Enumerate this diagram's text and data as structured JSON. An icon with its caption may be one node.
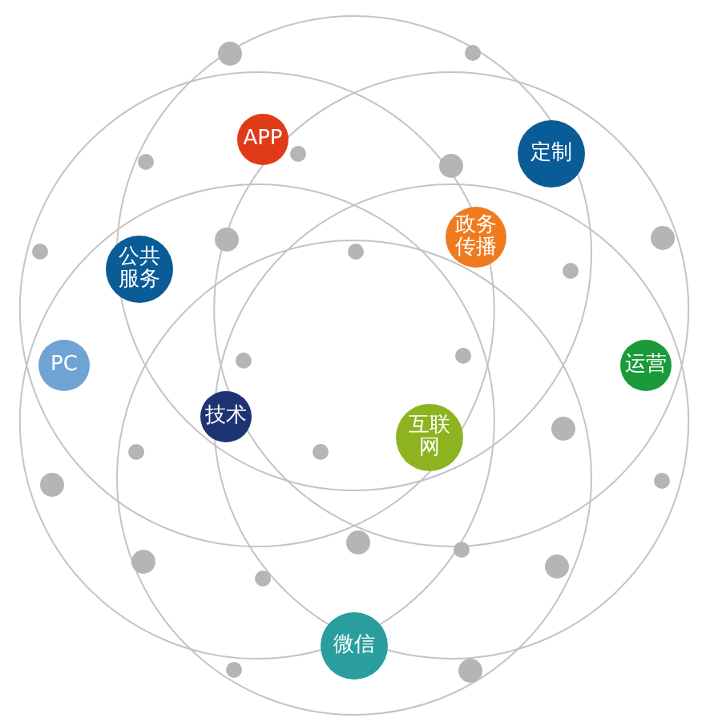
{
  "diagram": {
    "nodes": [
      {
        "text": [],
        "shape": "circle"
      },
      {
        "text": [],
        "shape": "circle"
      },
      {
        "text": [],
        "shape": "circle"
      },
      {
        "text": [
          "APP"
        ]
      },
      {
        "text": [],
        "shape": "circle"
      },
      {
        "text": [],
        "shape": "circle"
      },
      {
        "text": [
          "定制"
        ]
      },
      {
        "text": [],
        "shape": "circle"
      },
      {
        "text": [
          "公共服务"
        ]
      },
      {
        "text": [],
        "shape": "circle"
      },
      {
        "text": [],
        "shape": "circle"
      },
      {
        "text": [
          "政务传播"
        ]
      },
      {
        "text": [],
        "shape": "circle"
      },
      {
        "text": [],
        "shape": "circle"
      },
      {
        "text": [
          "PC"
        ]
      },
      {
        "text": [],
        "shape": "circle"
      },
      {
        "text": [],
        "shape": "circle"
      },
      {
        "text": [
          "运营"
        ]
      },
      {
        "text": [],
        "shape": "circle"
      },
      {
        "text": [
          "技术"
        ]
      },
      {
        "text": [],
        "shape": "circle"
      },
      {
        "text": [
          "互联网"
        ]
      },
      {
        "text": [],
        "shape": "circle"
      },
      {
        "text": [],
        "shape": "circle"
      },
      {
        "text": [],
        "shape": "circle"
      },
      {
        "text": [],
        "shape": "circle"
      },
      {
        "text": [],
        "shape": "circle"
      },
      {
        "text": [],
        "shape": "circle"
      },
      {
        "text": [],
        "shape": "circle"
      },
      {
        "text": [],
        "shape": "circle"
      },
      {
        "text": [],
        "shape": "circle"
      },
      {
        "text": [
          "微信"
        ]
      },
      {
        "text": [],
        "shape": "circle"
      }
    ]
  }
}
